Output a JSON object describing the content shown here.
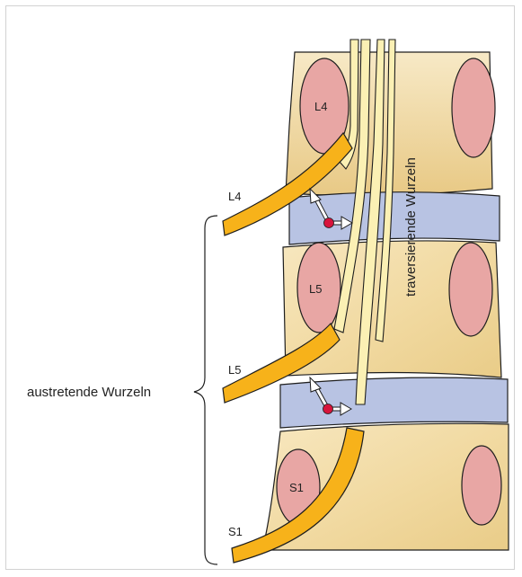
{
  "labels": {
    "vertebra_l4": "L4",
    "vertebra_l5": "L5",
    "vertebra_s1": "S1",
    "root_l4": "L4",
    "root_l5": "L5",
    "root_s1": "S1",
    "traversing": "traversierende Wurzeln",
    "exiting": "austretende Wurzeln"
  },
  "colors": {
    "bone": "#f2dca6",
    "bone_light": "#f7e8c4",
    "disc": "#b8c3e3",
    "pedicle": "#e8a6a4",
    "root": "#f7b21a",
    "traversing_root": "#fbf0b4",
    "marker": "#d7143c",
    "outline": "#1e1e1e"
  }
}
